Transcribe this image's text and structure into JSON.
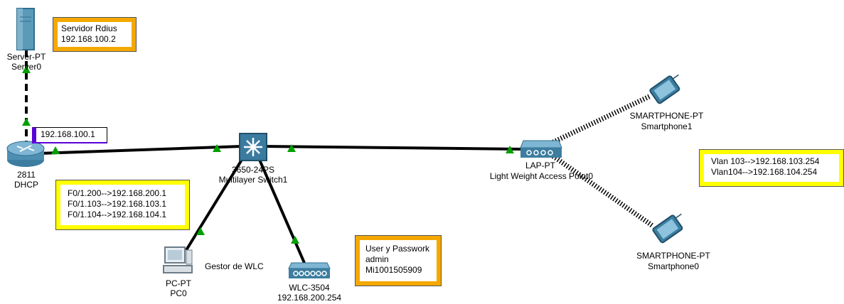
{
  "devices": {
    "server": {
      "model": "Server-PT",
      "name": "Server0"
    },
    "router": {
      "model": "2811",
      "name": "DHCP"
    },
    "switch": {
      "model": "3650-24PS",
      "name": "Multilayer Switch1"
    },
    "pc": {
      "model": "PC-PT",
      "name": "PC0",
      "annotation": "Gestor de WLC"
    },
    "wlc": {
      "model": "WLC-3504",
      "name": "192.168.200.254"
    },
    "ap": {
      "model": "LAP-PT",
      "name": "Light Weight Access Point0"
    },
    "phone1": {
      "model": "SMARTPHONE-PT",
      "name": "Smartphone1"
    },
    "phone0": {
      "model": "SMARTPHONE-PT",
      "name": "Smartphone0"
    }
  },
  "notes": {
    "radius": [
      "Servidor Rdius",
      "192.168.100.2"
    ],
    "router_ip": [
      "192.168.100.1"
    ],
    "subinterfaces": [
      "F0/1.200-->192.168.200.1",
      "F0/1.103-->192.168.103.1",
      "F0/1.104-->192.168.104.1"
    ],
    "credentials": [
      "User y Passwork",
      "admin",
      "Mi1001505909"
    ],
    "vlans": [
      "Vlan 103-->192.168.103.254",
      "Vlan104-->192.168.104.254"
    ]
  },
  "colors": {
    "link": "#000000",
    "link_up": "#00a000",
    "note_orange": "#f5a800",
    "note_yellow": "#ffff00",
    "note_purple": "#5a00d8",
    "device_blue": "#2f6f8f"
  }
}
